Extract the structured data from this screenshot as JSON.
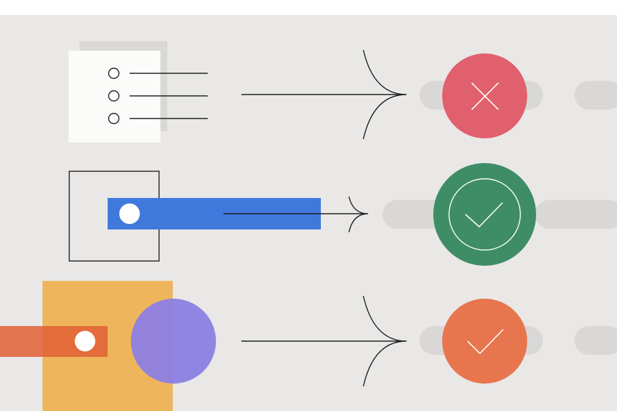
{
  "colors": {
    "background": "#e9e8e7",
    "paper": "#fbfbfa",
    "ink": "#1c1c1c",
    "shadow": "#d9d8d7",
    "error_red": "#e0606e",
    "success_green": "#3f8d67",
    "blue_bar": "#3f79dc",
    "mustard": "#eeb55c",
    "orange_bar": "#e05f34",
    "purple_circle": "#8c7fe3",
    "coral_badge": "#e7764f"
  },
  "rows": [
    {
      "input": "checklist-card",
      "result": "error-badge",
      "result_icon": "x-icon"
    },
    {
      "input": "toggle-bar-blue",
      "result": "success-badge-ringed",
      "result_icon": "checkmark-icon"
    },
    {
      "input": "toggle-bar-orange-with-shapes",
      "result": "success-badge-coral",
      "result_icon": "checkmark-icon"
    }
  ]
}
